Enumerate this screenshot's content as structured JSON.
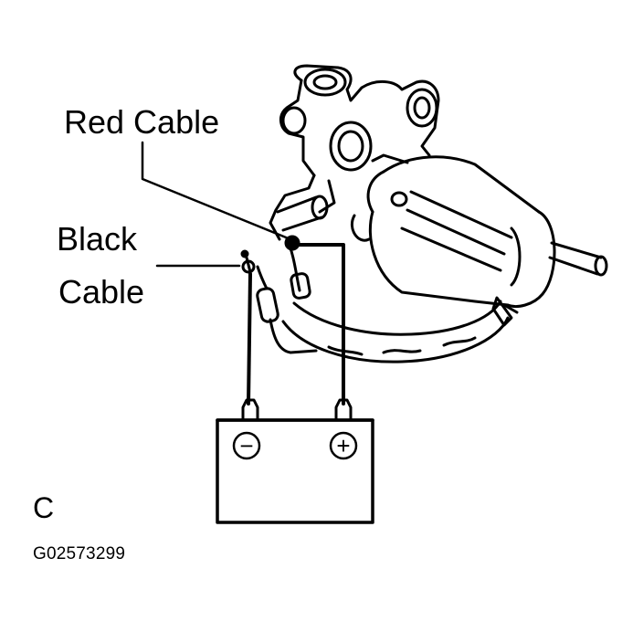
{
  "labels": {
    "red_cable": "Red Cable",
    "black_cable_line1": "Black",
    "black_cable_line2": "Cable",
    "figure_letter": "C",
    "figure_code": "G02573299"
  },
  "battery": {
    "negative_symbol": "−",
    "positive_symbol": "+"
  },
  "colors": {
    "ink": "#000000",
    "paper": "#ffffff"
  }
}
